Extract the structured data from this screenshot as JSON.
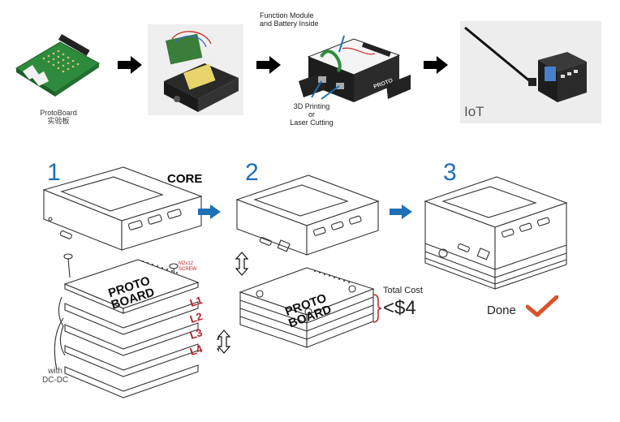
{
  "top_row": {
    "protoboard_label": "ProtoBoard",
    "protoboard_label_cn": "实验板",
    "function_module_label_1": "Function Module",
    "function_module_label_2": "and Battery Inside",
    "printing_label_1": "3D Printing",
    "printing_label_2": "or",
    "printing_label_3": "Laser Cutting",
    "iot_label": "IoT",
    "proto_label": "PROTO"
  },
  "steps": {
    "step1_number": "1",
    "step2_number": "2",
    "step3_number": "3",
    "core_label": "CORE",
    "screw_label_1": "M2x12",
    "screw_label_2": "SCREW",
    "layer_labels": [
      "L1",
      "L2",
      "L3",
      "L4"
    ],
    "dcdc_label_1": "with",
    "dcdc_label_2": "DC-DC",
    "board_text_1": "PROTO",
    "board_text_2": "BOARD",
    "total_cost_label": "Total Cost",
    "price_label": "<$4",
    "done_label": "Done"
  },
  "colors": {
    "accent_blue": "#1f6fb5",
    "layer_red": "#b3232a",
    "check_orange": "#d9542b",
    "pcb_green": "#2e8b3d"
  }
}
